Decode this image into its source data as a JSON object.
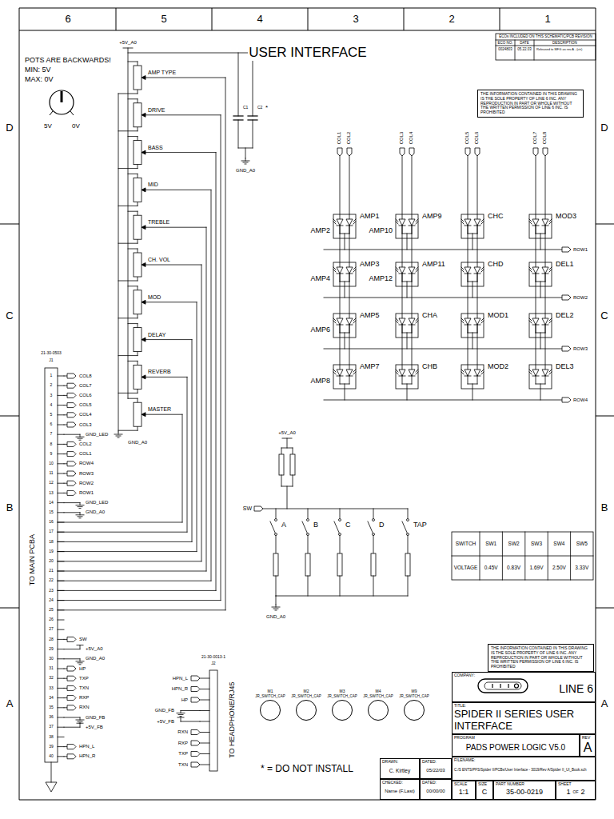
{
  "diagram": {
    "title": "USER INTERFACE",
    "nodes": [
      {
        "text": [
          "THE INFORMATION CONTAINED IN THIS DRAWING IS THE SOLE PROPERTY OF LINE 6 INC. ANY REPRODUCTION IN PART OR WHOLE WITHOUT THE WRITTEN PERMISSION OF LINE 6 INC. IS PROHIBITED"
        ]
      },
      {
        "text": [
          "M1",
          "JR_SWITCH_CAP"
        ]
      },
      {
        "text": [
          "M2",
          "JR_SWITCH_CAP"
        ]
      },
      {
        "text": [
          "M3",
          "JR_SWITCH_CAP"
        ]
      },
      {
        "text": [
          "M4",
          "JR_SWITCH_CAP"
        ]
      },
      {
        "text": [
          "M9",
          "JR_SWITCH_CAP"
        ]
      },
      {
        "text": [
          "THE INFORMATION CONTAINED IN THIS DRAWING IS THE SOLE PROPERTY OF LINE 6 INC. ANY REPRODUCTION IN PART OR WHOLE WITHOUT THE WRITTEN PERMISSION OF LINE 6 INC. IS PROHIBITED"
        ]
      },
      {
        "text": [
          "COMPANY:",
          "LINE 6"
        ]
      },
      {
        "text": [
          "TITLE:",
          "SPIDER II SERIES USER INTERFACE"
        ]
      },
      {
        "text": [
          "PROGRAM",
          "PADS POWER LOGIC V5.0"
        ]
      },
      {
        "text": [
          "REV",
          "A"
        ]
      },
      {
        "text": [
          "DRAWN:",
          "C. Kirtley"
        ]
      },
      {
        "text": [
          "DATED:",
          "05/22/03"
        ]
      },
      {
        "text": [
          "FILENAME:",
          "C:/S ENTS/PFS/Spider II/PCBs/User Interface - 3019/Rev A/Spider II_UI_Book.sch"
        ]
      },
      {
        "text": [
          "CHECKED:",
          "Name (F.Last)"
        ]
      },
      {
        "text": [
          "DATED:",
          "00/00/00"
        ]
      },
      {
        "text": [
          "SCALE",
          "1:1"
        ]
      },
      {
        "text": [
          "SIZE",
          "C"
        ]
      },
      {
        "text": [
          "PART NUMBER",
          "35-00-0219"
        ]
      },
      {
        "text": [
          "SHEET",
          "1",
          "OF",
          "2"
        ]
      }
    ],
    "labels": [
      "6",
      "5",
      "4",
      "3",
      "2",
      "1",
      "D",
      "D",
      "C",
      "C",
      "B",
      "B",
      "A",
      "A",
      "POTS ARE BACKWARDS!",
      "MIN: 5V",
      "MAX: 0V",
      "5V",
      "0V",
      "+5V_A0",
      "AMP TYPE",
      "DRIVE",
      "BASS",
      "MID",
      "TREBLE",
      "CH. VOL",
      "MOD",
      "DELAY",
      "REVERB",
      "MASTER",
      "GND_A0",
      "C1",
      "C2",
      "*",
      "GND_A0",
      "ECOs INCLUDED ON THIS SCHEMATIC/PCB REVISION",
      "ECO NO.",
      "DATE",
      "DESCRIPTION",
      "0024803",
      "05.22.03",
      "Released to MFG as rev.A - (ctr)",
      "COL1",
      "COL2",
      "COL3",
      "COL4",
      "COL5",
      "COL6",
      "COL7",
      "COL8",
      "ROW1",
      "ROW2",
      "ROW3",
      "ROW4",
      "AMP1",
      "AMP2",
      "AMP9",
      "AMP10",
      "CHC",
      "MOD3",
      "AMP3",
      "AMP4",
      "AMP11",
      "AMP12",
      "CHD",
      "DEL1",
      "AMP5",
      "AMP6",
      "CHA",
      "MOD1",
      "DEL2",
      "AMP7",
      "AMP8",
      "CHB",
      "MOD2",
      "DEL3",
      "+5V_A0",
      "SW",
      "A",
      "B",
      "C",
      "D",
      "TAP",
      "GND_A0",
      "SWITCH",
      "SW1",
      "SW2",
      "SW3",
      "SW4",
      "SW5",
      "VOLTAGE",
      "0.45V",
      "0.83V",
      "1.69V",
      "2.50V",
      "3.33V",
      "21-30-0503",
      "J1",
      "1",
      "2",
      "3",
      "4",
      "5",
      "6",
      "7",
      "8",
      "9",
      "10",
      "11",
      "12",
      "13",
      "14",
      "15",
      "16",
      "17",
      "18",
      "19",
      "20",
      "21",
      "22",
      "23",
      "24",
      "25",
      "26",
      "27",
      "28",
      "29",
      "30",
      "31",
      "32",
      "33",
      "34",
      "35",
      "36",
      "37",
      "38",
      "39",
      "40",
      "COL8",
      "COL7",
      "COL6",
      "COL5",
      "COL4",
      "COL3",
      "GND_LED",
      "COL2",
      "COL1",
      "ROW4",
      "ROW3",
      "ROW2",
      "ROW1",
      "GND_LED",
      "GND_A0",
      "SW",
      "+5V_A0",
      "GND_A0",
      "HP",
      "TXP",
      "TXN",
      "RXP",
      "RXN",
      "GND_FB",
      "+5V_FB",
      "HPN_L",
      "HPN_R",
      "TO MAIN PCBA",
      "21-30-0013-1",
      "J2",
      "HPN_L",
      "HPN_R",
      "HP",
      "GND_FB",
      "+5V_FB",
      "RXN",
      "RXP",
      "TXP",
      "TXN",
      "TO HEADPHONE/RJ45",
      "* = DO NOT INSTALL"
    ]
  }
}
